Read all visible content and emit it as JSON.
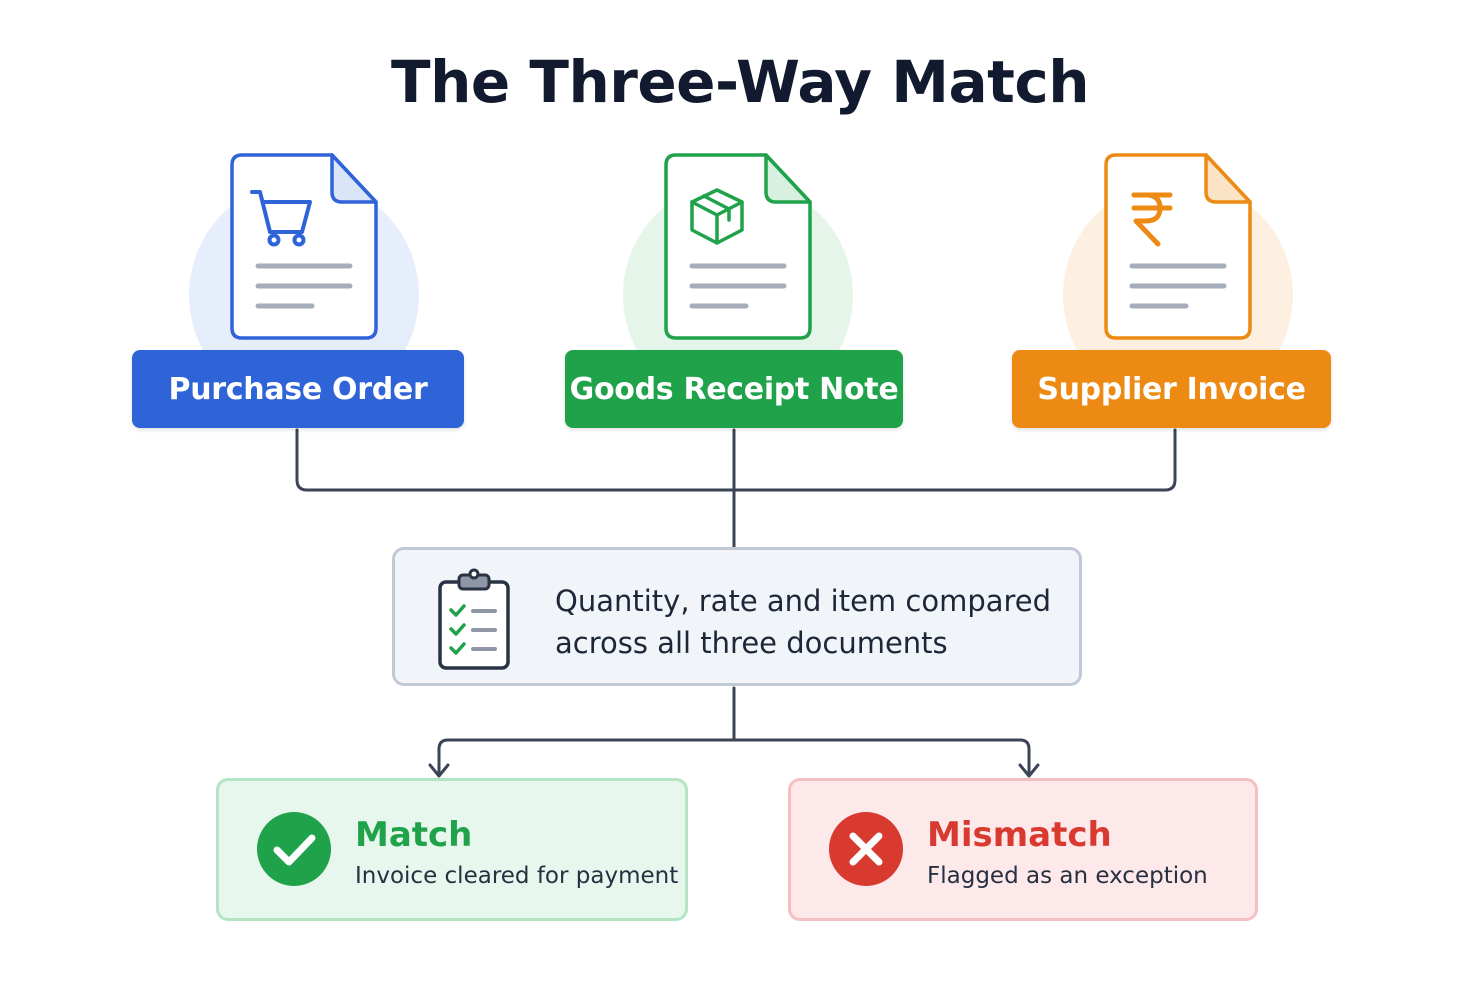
{
  "title": "The Three-Way Match",
  "documents": [
    {
      "label": "Purchase Order",
      "icon": "shopping-cart-icon",
      "color": "#2f63d8",
      "halo": "#e6eefb"
    },
    {
      "label": "Goods Receipt Note",
      "icon": "package-icon",
      "color": "#1fa24a",
      "halo": "#e6f5ea"
    },
    {
      "label": "Supplier Invoice",
      "icon": "rupee-icon",
      "color": "#ec8a13",
      "halo": "#fdf0e1"
    }
  ],
  "comparison": {
    "line1": "Quantity, rate and item compared",
    "line2": "across all three documents",
    "icon": "checklist-clipboard-icon"
  },
  "outcomes": {
    "match": {
      "title": "Match",
      "subtitle": "Invoice cleared for payment",
      "icon": "check-circle-icon",
      "color": "#1fa24a"
    },
    "mismatch": {
      "title": "Mismatch",
      "subtitle": "Flagged as an exception",
      "icon": "x-circle-icon",
      "color": "#d93a30"
    }
  },
  "connector_color": "#3b4556"
}
